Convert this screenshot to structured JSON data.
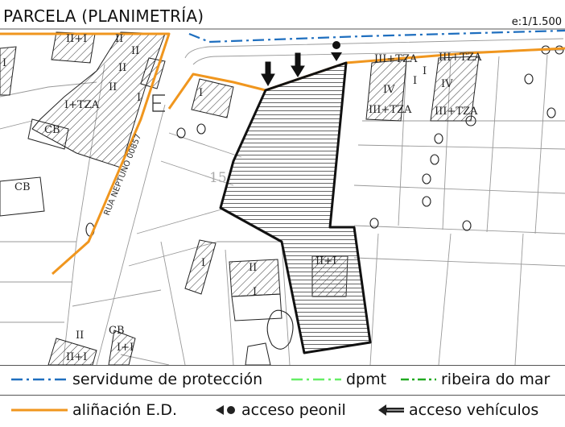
{
  "header": {
    "title": "PARCELA (PLANIMETRÍA)",
    "scale": "e:1/1.500"
  },
  "map": {
    "street_name": "RUA NEPTUNO 00857",
    "parcel_number": "15",
    "building_labels": {
      "b1": "II+I",
      "b2": "II",
      "b3": "II",
      "b4": "II",
      "b5": "II",
      "b6": "I+TZA",
      "b7": "I",
      "b8": "I",
      "b9": "I",
      "b10": "III+TZA",
      "b11": "III+TZA",
      "b12": "IV",
      "b13": "I",
      "b14": "I",
      "b15": "IV",
      "b16": "III+TZA",
      "b17": "III+TZA",
      "b18": "I",
      "b19": "II",
      "b20": "I",
      "b21": "II+I",
      "b22": "II",
      "b23": "II+I",
      "b24": "I+I",
      "cb1": "CB",
      "cb2": "CB",
      "cb3": "CB"
    }
  },
  "legend": {
    "items": [
      {
        "label": "servidume de protección",
        "color": "#1f6fbf",
        "style": "dashdot"
      },
      {
        "label": "dpmt",
        "color": "#66ee66",
        "style": "dashdot"
      },
      {
        "label": "ribeira do mar",
        "color": "#22aa22",
        "style": "dashdot"
      },
      {
        "label": "aliñación E.D.",
        "color": "#f0961e",
        "style": "solid"
      },
      {
        "label": "acceso peonil",
        "color": "#222222",
        "style": "pedestrian"
      },
      {
        "label": "acceso vehículos",
        "color": "#222222",
        "style": "vehicle"
      }
    ]
  }
}
